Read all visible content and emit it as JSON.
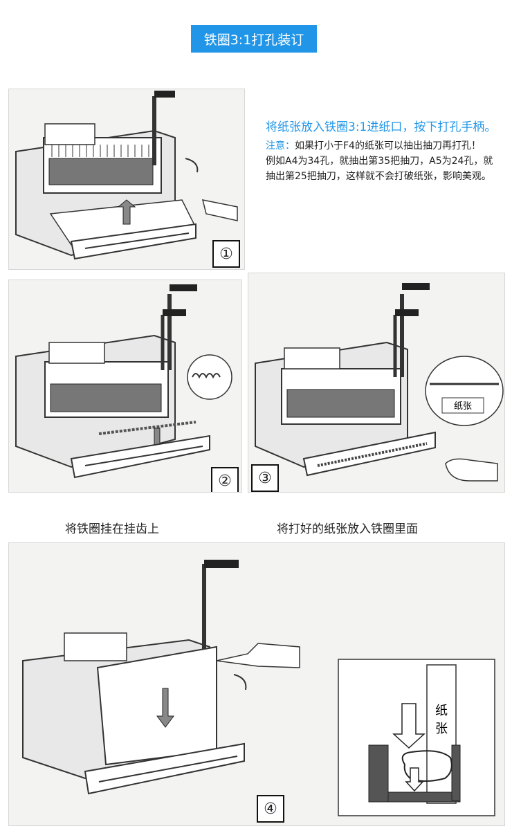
{
  "header": {
    "title": "铁圈3:1打孔装订"
  },
  "step1": {
    "badge": "①",
    "heading": "将纸张放入铁圈3:1进纸口，按下打孔手柄。",
    "note_label": "注意：",
    "note_text": "如果打小于F4的纸张可以抽出抽刀再打孔！",
    "example_text": "例如A4为34孔，就抽出第35把抽刀，A5为24孔，就抽出第25把抽刀，这样就不会打破纸张，影响美观。"
  },
  "step2": {
    "badge": "②",
    "caption": "将铁圈挂在挂齿上"
  },
  "step3": {
    "badge": "③",
    "caption": "将打好的纸张放入铁圈里面",
    "inset_label": "纸张"
  },
  "step4": {
    "badge": "④",
    "inset_label_1": "纸",
    "inset_label_2": "张"
  }
}
